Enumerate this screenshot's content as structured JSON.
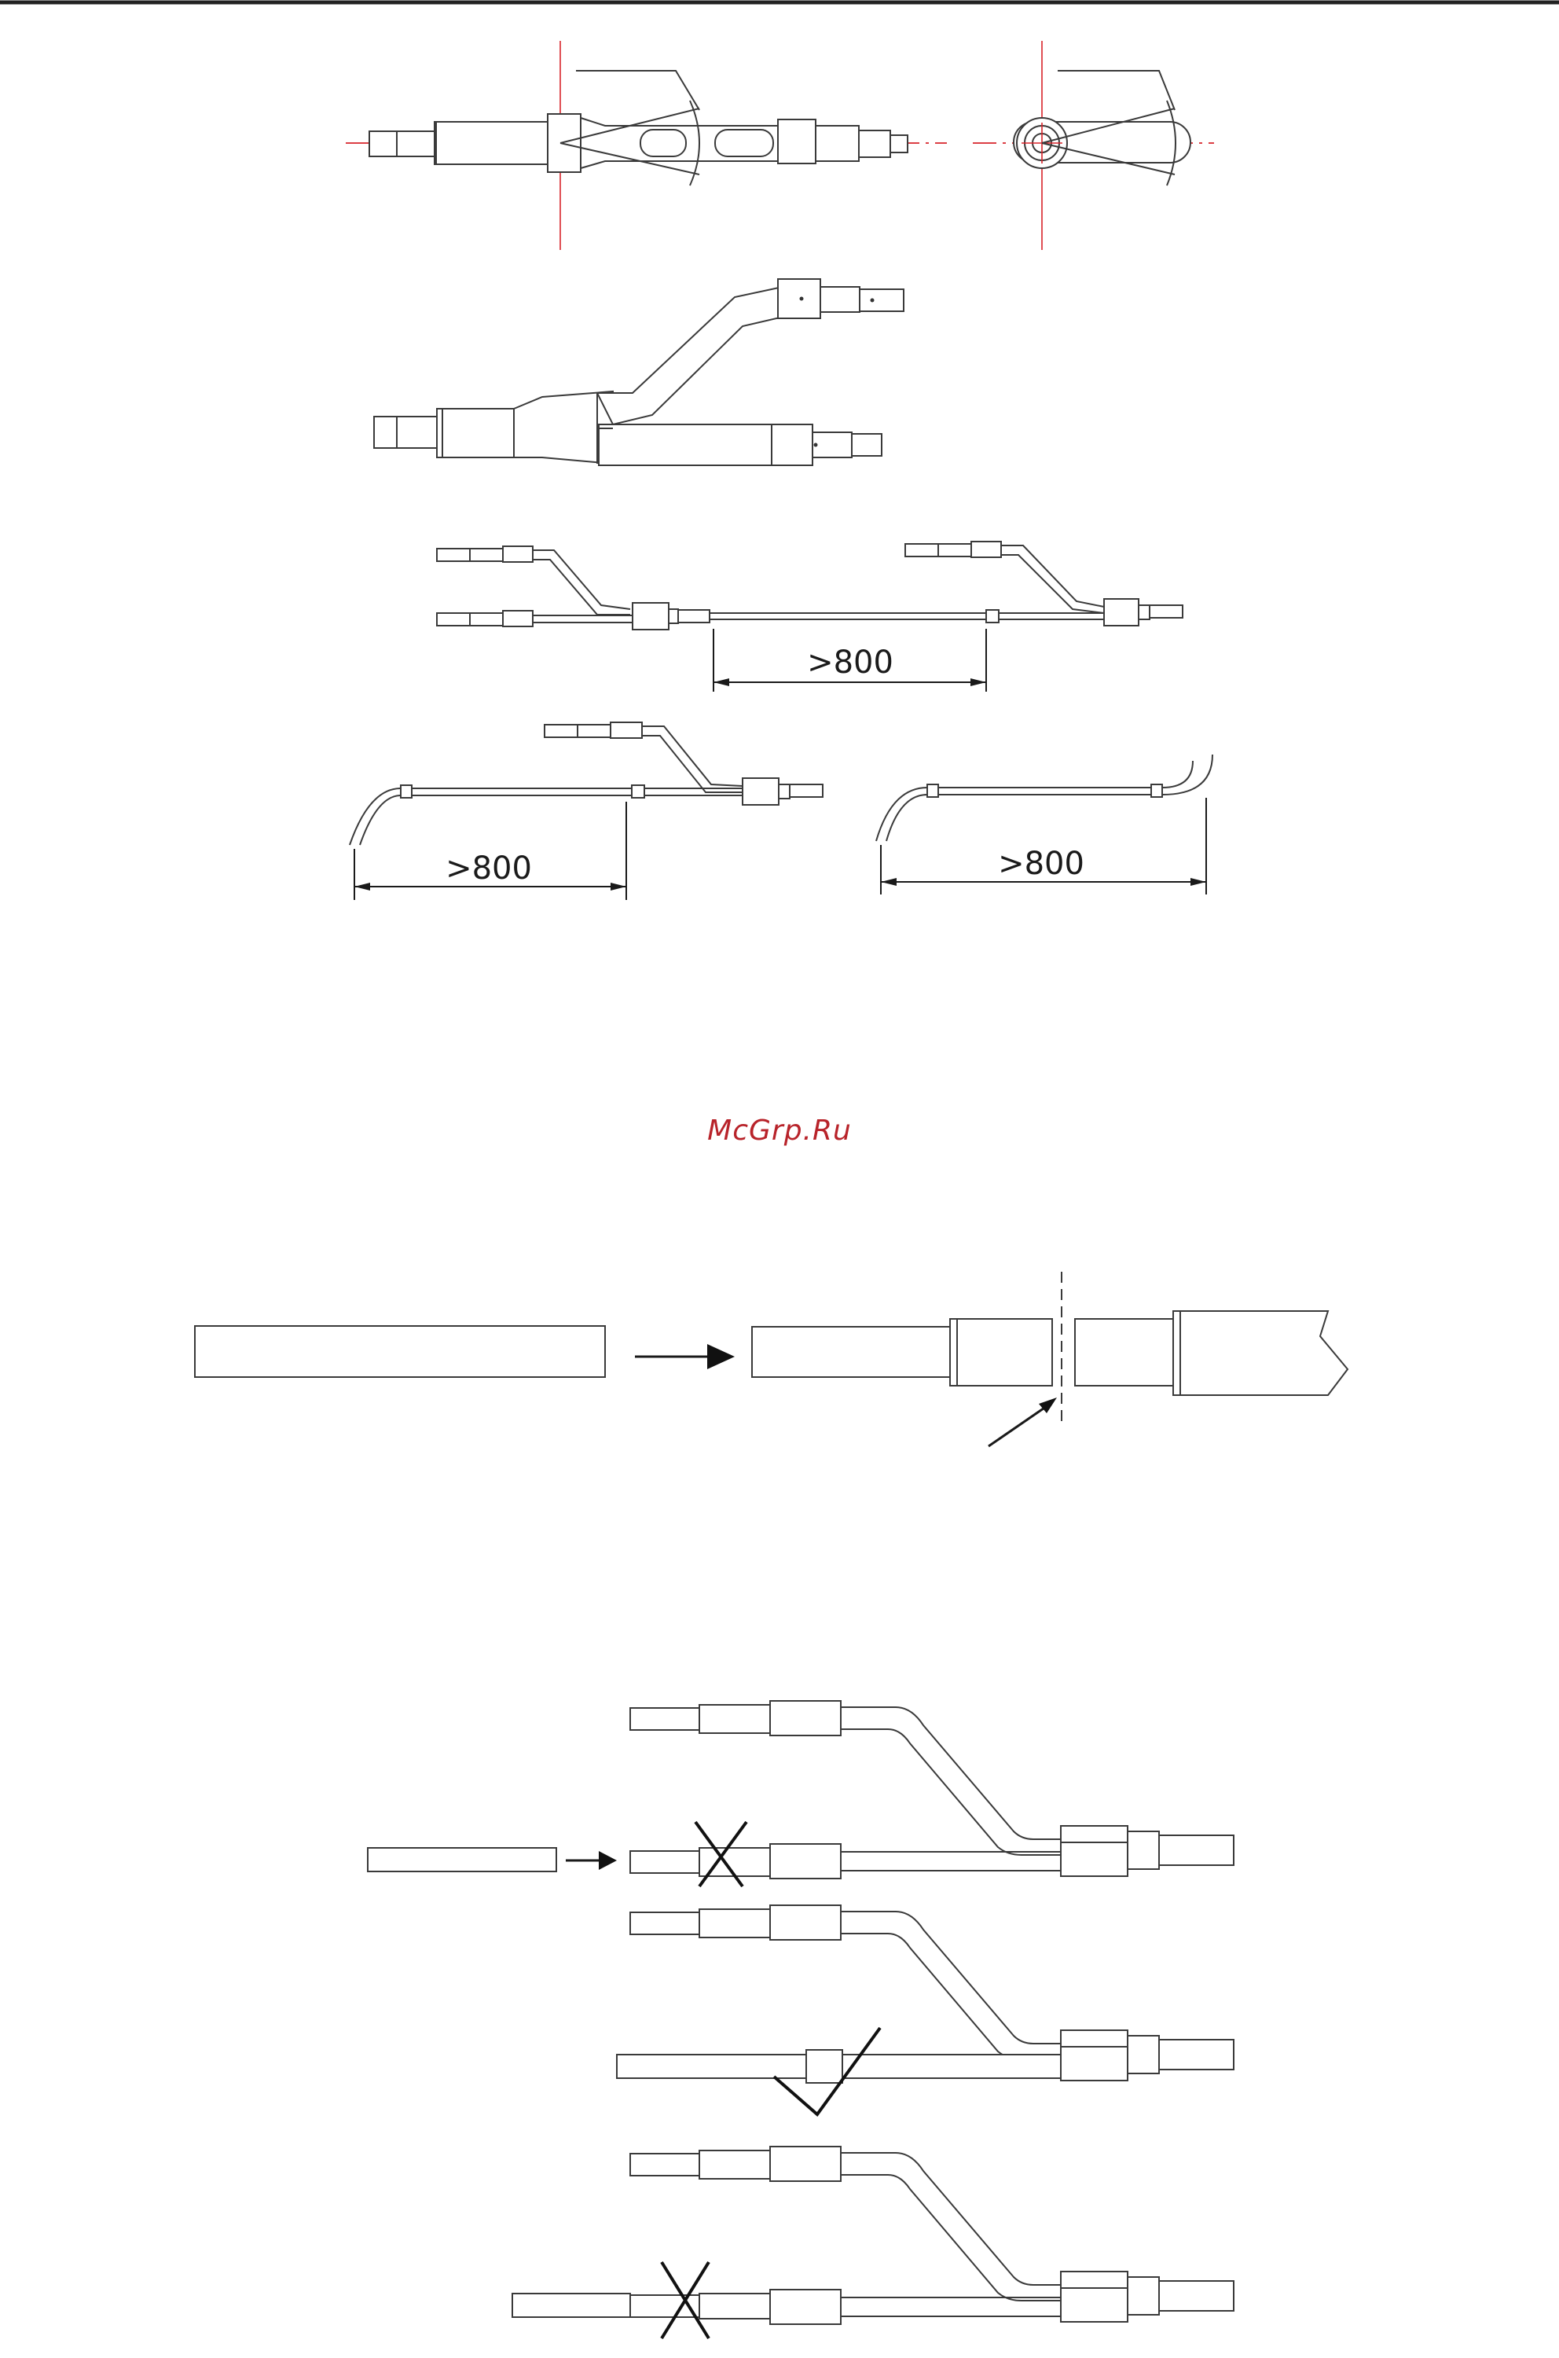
{
  "dimension_labels": {
    "min_length_1": ">800",
    "min_length_2": ">800",
    "min_length_3": ">800"
  },
  "watermark": "McGrp.Ru",
  "colors": {
    "line": "#3a3a3a",
    "centerline": "#d8232a",
    "watermark": "#b8232a",
    "background": "#ffffff"
  }
}
